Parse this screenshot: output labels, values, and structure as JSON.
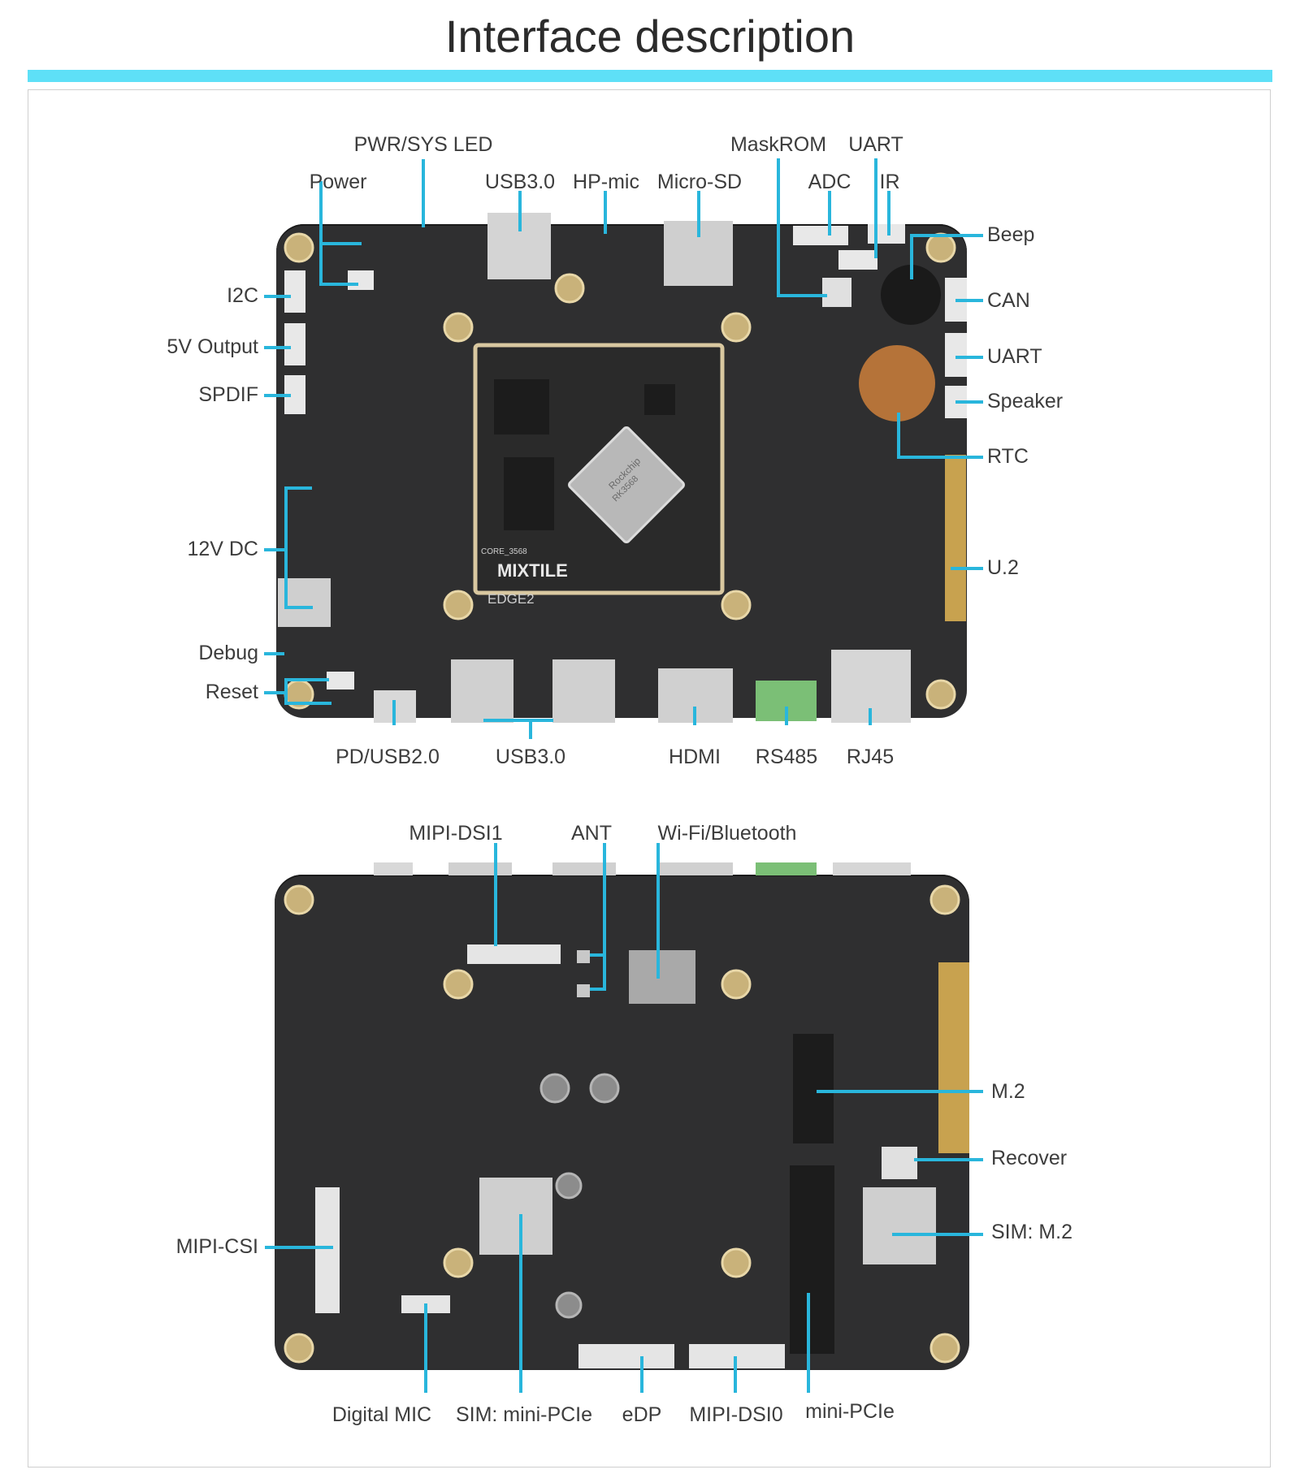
{
  "page": {
    "title": "Interface description",
    "accent_color": "#5ee0f7",
    "leader_color": "#29b6dc"
  },
  "top_board": {
    "chip_marking": {
      "brand": "Rockchip",
      "part": "RK3568"
    },
    "module_text": {
      "core": "CORE_3568",
      "brand": "MIXTILE",
      "model": "EDGE2"
    },
    "labels": {
      "pwr_sys_led": "PWR/SYS LED",
      "power": "Power",
      "usb30_top": "USB3.0",
      "hp_mic": "HP-mic",
      "micro_sd": "Micro-SD",
      "maskrom": "MaskROM",
      "uart_top": "UART",
      "adc": "ADC",
      "ir": "IR",
      "beep": "Beep",
      "can": "CAN",
      "uart_right": "UART",
      "speaker": "Speaker",
      "rtc": "RTC",
      "u2": "U.2",
      "i2c": "I2C",
      "5v_output": "5V Output",
      "spdif": "SPDIF",
      "12v_dc": "12V DC",
      "debug": "Debug",
      "reset": "Reset",
      "pd_usb20": "PD/USB2.0",
      "usb30_bottom": "USB3.0",
      "hdmi": "HDMI",
      "rs485": "RS485",
      "rj45": "RJ45"
    }
  },
  "bottom_board": {
    "labels": {
      "mipi_dsi1": "MIPI-DSI1",
      "ant": "ANT",
      "wifi_bt": "Wi-Fi/Bluetooth",
      "m2": "M.2",
      "recover": "Recover",
      "sim_m2": "SIM: M.2",
      "mipi_csi": "MIPI-CSI",
      "digital_mic": "Digital MIC",
      "sim_minipcie": "SIM: mini-PCIe",
      "edp": "eDP",
      "mipi_dsi0": "MIPI-DSI0",
      "mini_pcie": "mini-PCIe"
    }
  }
}
